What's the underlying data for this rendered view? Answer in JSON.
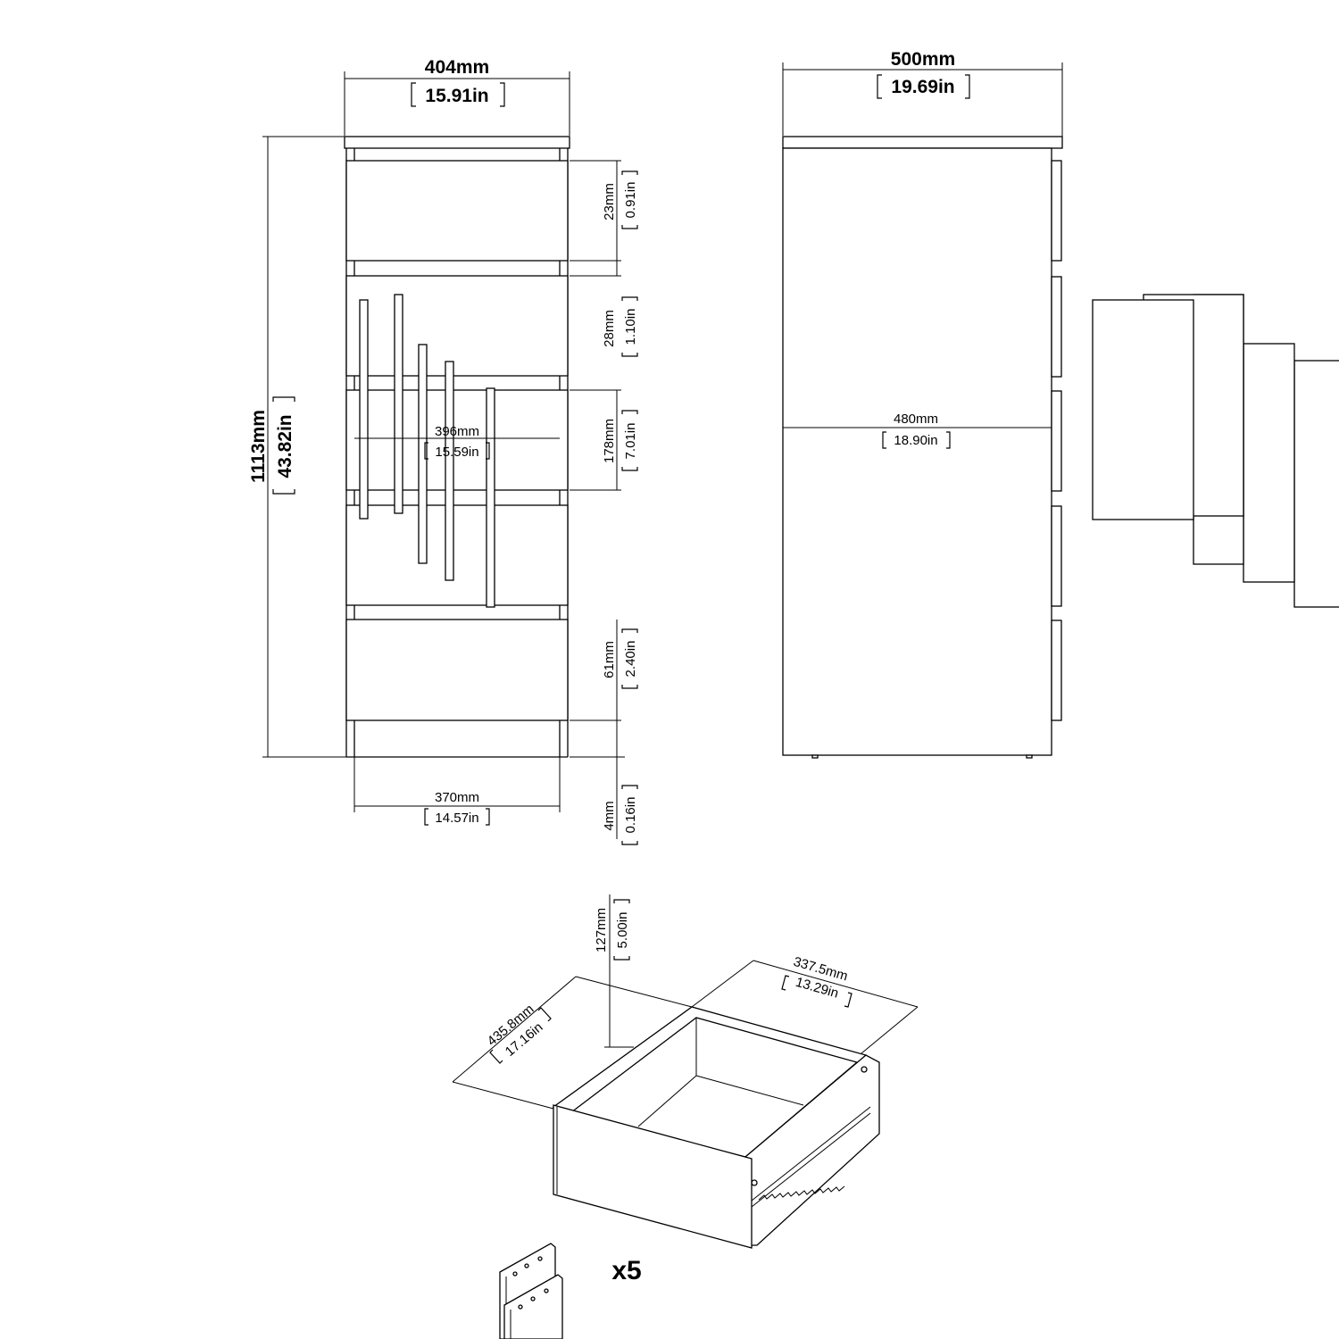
{
  "front_view": {
    "width_mm": "404mm",
    "width_in": "15.91in",
    "height_mm": "1113mm",
    "height_in": "43.82in",
    "inner_width_mm": "396mm",
    "inner_width_in": "15.59in",
    "base_width_mm": "370mm",
    "base_width_in": "14.57in",
    "dim_23_mm": "23mm",
    "dim_23_in": "0.91in",
    "dim_28_mm": "28mm",
    "dim_28_in": "1.10in",
    "dim_178_mm": "178mm",
    "dim_178_in": "7.01in",
    "dim_61_mm": "61mm",
    "dim_61_in": "2.40in",
    "dim_4_mm": "4mm",
    "dim_4_in": "0.16in"
  },
  "side_view": {
    "depth_mm": "500mm",
    "depth_in": "19.69in",
    "inner_depth_mm": "480mm",
    "inner_depth_in": "18.90in"
  },
  "drawer": {
    "height_mm": "127mm",
    "height_in": "5.00in",
    "width_mm": "337.5mm",
    "width_in": "13.29in",
    "depth_mm": "435.8mm",
    "depth_in": "17.16in",
    "quantity": "x5"
  }
}
